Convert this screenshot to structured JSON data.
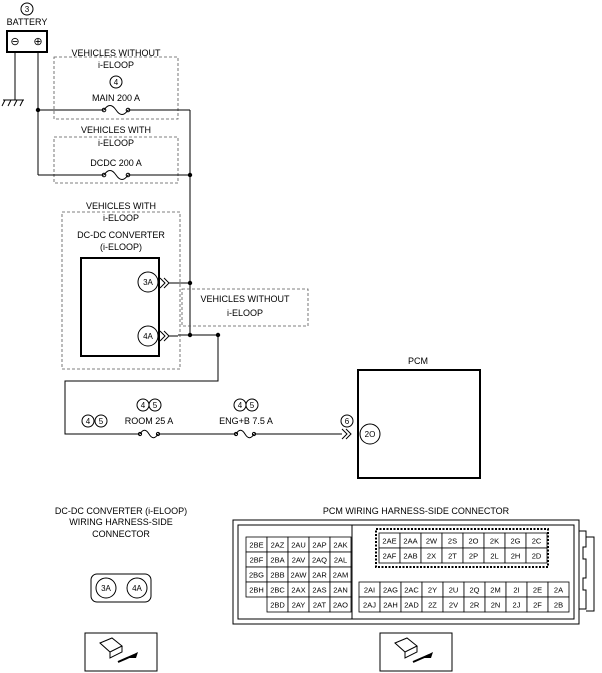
{
  "battery": {
    "ref": "3",
    "label": "BATTERY",
    "neg": "⊖",
    "pos": "⊕"
  },
  "main_fuse": {
    "group_label_1": "VEHICLES WITHOUT",
    "group_label_2": "i-ELOOP",
    "ref": "4",
    "label": "MAIN 200 A"
  },
  "dcdc_fuse": {
    "group_label_1": "VEHICLES WITH",
    "group_label_2": "i-ELOOP",
    "label": "DCDC 200 A"
  },
  "converter": {
    "group_label_1": "VEHICLES WITH",
    "group_label_2": "i-ELOOP",
    "title_1": "DC-DC CONVERTER",
    "title_2": "(i-ELOOP)",
    "pin_3a": "3A",
    "pin_4a": "4A"
  },
  "bypass": {
    "label_1": "VEHICLES WITHOUT",
    "label_2": "i-ELOOP"
  },
  "lower_refs": {
    "a": "4",
    "b": "5"
  },
  "room_fuse": {
    "ref_a": "4",
    "ref_b": "5",
    "label": "ROOM 25 A"
  },
  "engb_fuse": {
    "ref_a": "4",
    "ref_b": "5",
    "label": "ENG+B 7.5 A"
  },
  "pcm": {
    "label": "PCM",
    "ref": "6",
    "pin": "2O"
  },
  "dcdc_connector": {
    "title_1": "DC-DC CONVERTER (i-ELOOP)",
    "title_2": "WIRING HARNESS-SIDE",
    "title_3": "CONNECTOR",
    "pins": [
      "3A",
      "4A"
    ]
  },
  "pcm_connector": {
    "title": "PCM WIRING HARNESS-SIDE CONNECTOR",
    "left_rows": [
      [
        "2BE",
        "2AZ",
        "2AU",
        "2AP",
        "2AK"
      ],
      [
        "2BF",
        "2BA",
        "2AV",
        "2AQ",
        "2AL"
      ],
      [
        "2BG",
        "2BB",
        "2AW",
        "2AR",
        "2AM"
      ],
      [
        "2BH",
        "2BC",
        "2AX",
        "2AS",
        "2AN"
      ],
      [
        "",
        "2BD",
        "2AY",
        "2AT",
        "2AO"
      ]
    ],
    "top_rows": [
      [
        "2AE",
        "2AA",
        "2W",
        "2S",
        "2O",
        "2K",
        "2G",
        "2C"
      ],
      [
        "2AF",
        "2AB",
        "2X",
        "2T",
        "2P",
        "2L",
        "2H",
        "2D"
      ]
    ],
    "bottom_rows": [
      [
        "2AI",
        "2AG",
        "2AC",
        "2Y",
        "2U",
        "2Q",
        "2M",
        "2I",
        "2E",
        "2A"
      ],
      [
        "2AJ",
        "2AH",
        "2AD",
        "2Z",
        "2V",
        "2R",
        "2N",
        "2J",
        "2F",
        "2B"
      ]
    ]
  }
}
